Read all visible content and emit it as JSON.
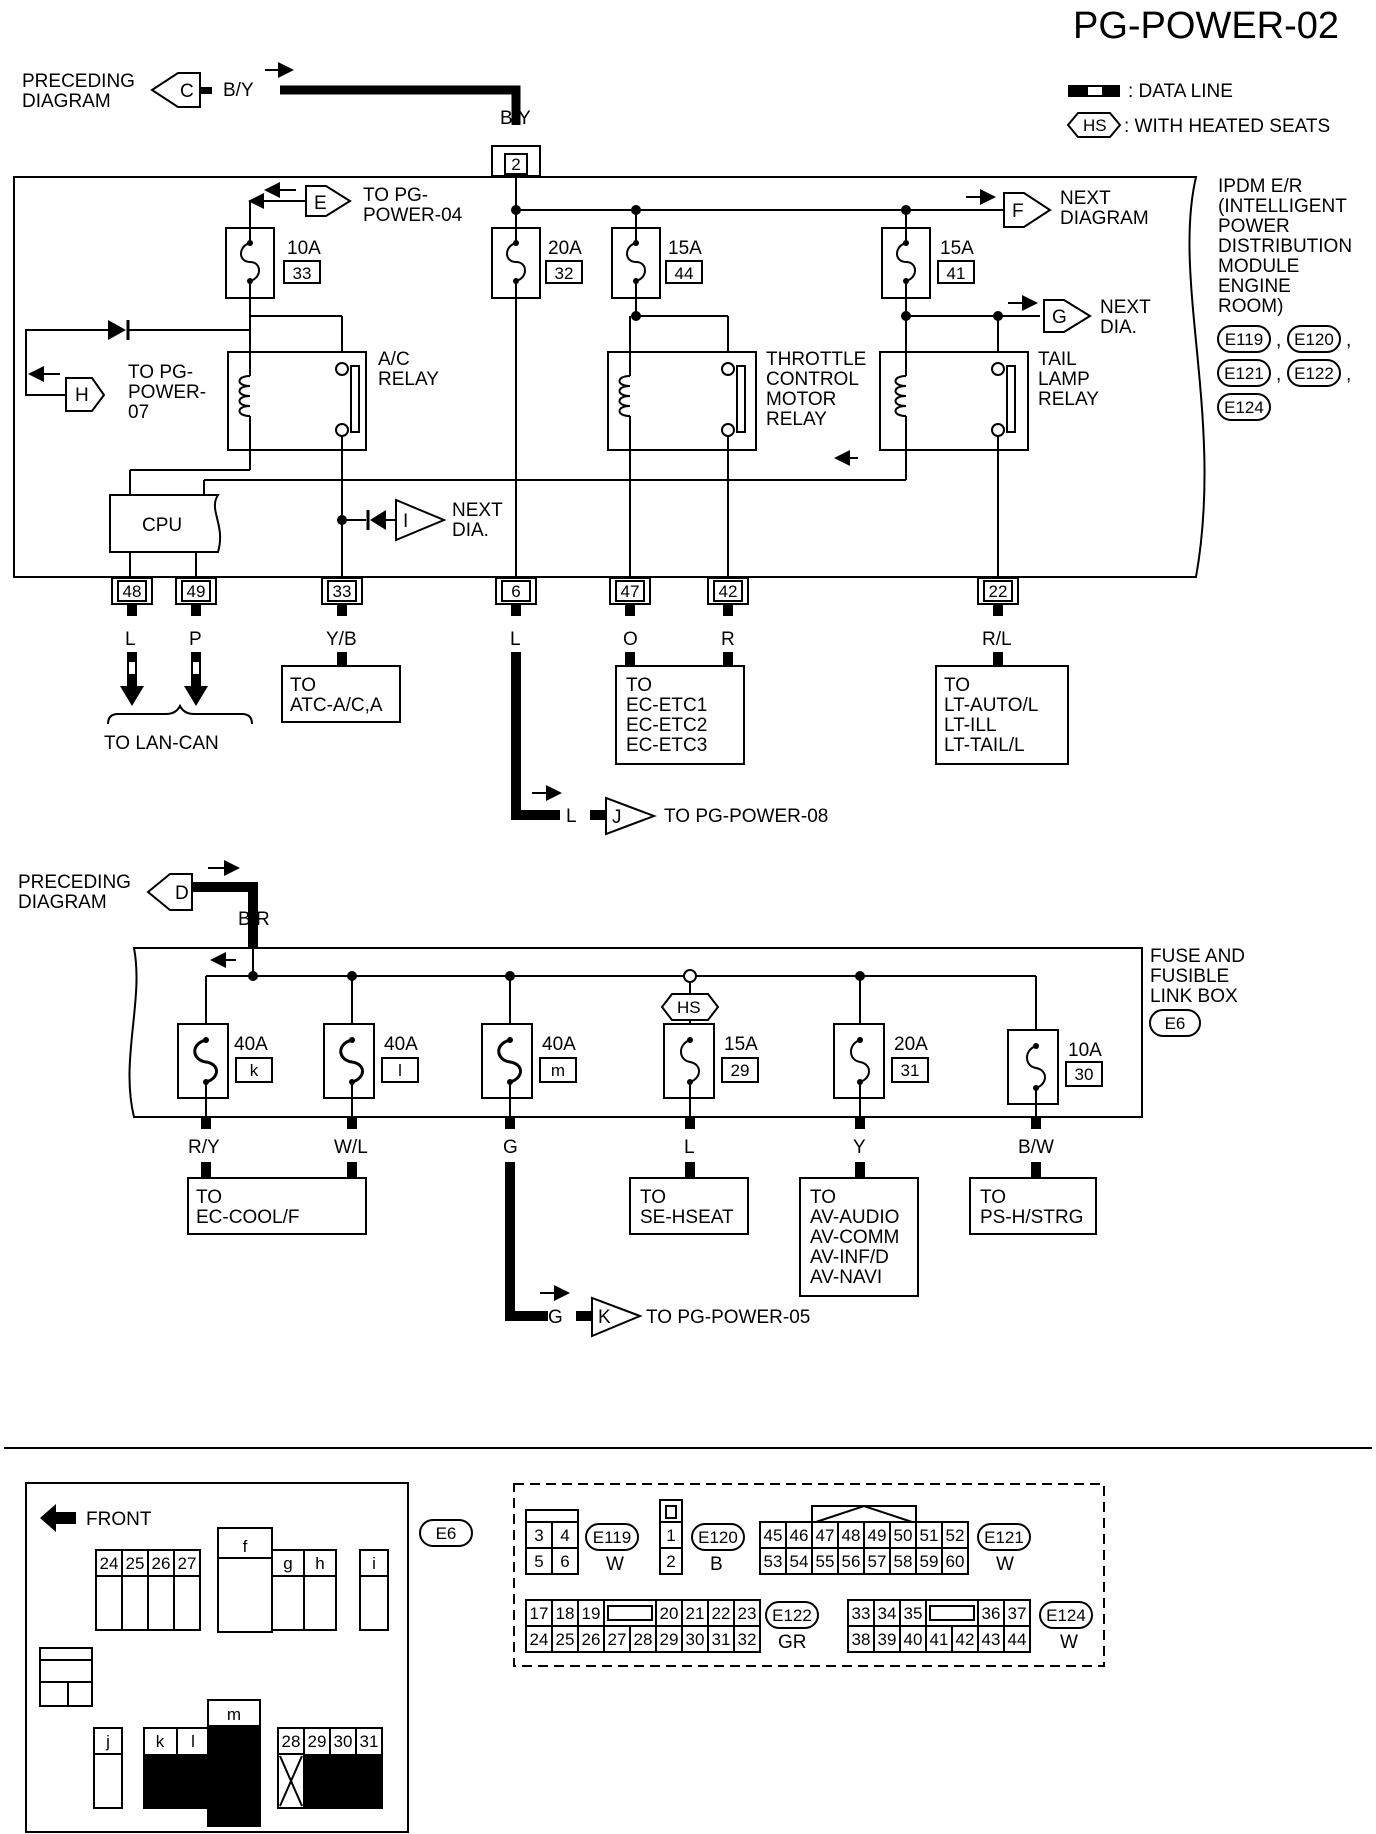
{
  "page_id": "PG-POWER-02",
  "legend": {
    "data_line": ": DATA LINE",
    "hs_symbol": "HS",
    "hs_text": ": WITH HEATED SEATS"
  },
  "top": {
    "preceding": [
      "PRECEDING",
      "DIAGRAM"
    ],
    "conn_c": "C",
    "wire_by": "B/Y",
    "wire_by2": "B/Y",
    "term_2": "2",
    "ipdm": [
      "IPDM E/R",
      "(INTELLIGENT",
      "POWER",
      "DISTRIBUTION",
      "MODULE",
      "ENGINE",
      "ROOM)"
    ],
    "ipdm_conns": [
      "E119",
      "E120",
      "E121",
      "E122",
      "E124"
    ],
    "to_pg04": [
      "TO PG-",
      "POWER-04"
    ],
    "conn_e": "E",
    "next_diag": [
      "NEXT",
      "DIAGRAM"
    ],
    "conn_f": "F",
    "next_dia_g": [
      "NEXT",
      "DIA."
    ],
    "conn_g": "G",
    "to_pg07": [
      "TO PG-",
      "POWER-",
      "07"
    ],
    "conn_h": "H",
    "next_dia_i": [
      "NEXT",
      "DIA."
    ],
    "conn_i": "I",
    "fuses": [
      {
        "amp": "10A",
        "num": "33"
      },
      {
        "amp": "20A",
        "num": "32"
      },
      {
        "amp": "15A",
        "num": "44"
      },
      {
        "amp": "15A",
        "num": "41"
      }
    ],
    "ac_relay": [
      "A/C",
      "RELAY"
    ],
    "throttle_relay": [
      "THROTTLE",
      "CONTROL",
      "MOTOR",
      "RELAY"
    ],
    "tail_relay": [
      "TAIL",
      "LAMP",
      "RELAY"
    ],
    "cpu": "CPU",
    "terminals": [
      {
        "num": "48",
        "wire": "L"
      },
      {
        "num": "49",
        "wire": "P"
      },
      {
        "num": "33",
        "wire": "Y/B"
      },
      {
        "num": "6",
        "wire": "L"
      },
      {
        "num": "47",
        "wire": "O"
      },
      {
        "num": "42",
        "wire": "R"
      },
      {
        "num": "22",
        "wire": "R/L"
      }
    ],
    "to_lan_can": "TO LAN-CAN",
    "to_atc": [
      "TO",
      "ATC-A/C,A"
    ],
    "to_ec": [
      "TO",
      "EC-ETC1",
      "EC-ETC2",
      "EC-ETC3"
    ],
    "to_lt": [
      "TO",
      "LT-AUTO/L",
      "LT-ILL",
      "LT-TAIL/L"
    ],
    "wire_l_out": "L",
    "conn_j": "J",
    "to_pg08": "TO PG-POWER-08"
  },
  "bottom": {
    "preceding": [
      "PRECEDING",
      "DIAGRAM"
    ],
    "conn_d": "D",
    "wire_br": "B/R",
    "fuse_box": [
      "FUSE AND",
      "FUSIBLE",
      "LINK BOX"
    ],
    "fuse_box_conn": "E6",
    "hs_tag": "HS",
    "fuses": [
      {
        "amp": "40A",
        "num": "k",
        "wire": "R/Y"
      },
      {
        "amp": "40A",
        "num": "l",
        "wire": "W/L"
      },
      {
        "amp": "40A",
        "num": "m",
        "wire": "G"
      },
      {
        "amp": "15A",
        "num": "29",
        "wire": "L"
      },
      {
        "amp": "20A",
        "num": "31",
        "wire": "Y"
      },
      {
        "amp": "10A",
        "num": "30",
        "wire": "B/W"
      }
    ],
    "to_ec_cool": [
      "TO",
      "EC-COOL/F"
    ],
    "to_se": [
      "TO",
      "SE-HSEAT"
    ],
    "to_av": [
      "TO",
      "AV-AUDIO",
      "AV-COMM",
      "AV-INF/D",
      "AV-NAVI"
    ],
    "to_ps": [
      "TO",
      "PS-H/STRG"
    ],
    "wire_g_out": "G",
    "conn_k": "K",
    "to_pg05": "TO PG-POWER-05"
  },
  "layout_panel": {
    "front": "FRONT",
    "e6_label": "E6",
    "f": "f",
    "g": "g",
    "h": "h",
    "i": "i",
    "j": "j",
    "k": "k",
    "l": "l",
    "m": "m",
    "top_cells": [
      "24",
      "25",
      "26",
      "27"
    ],
    "bot_cells": [
      "28",
      "29",
      "30",
      "31"
    ]
  },
  "connectors": {
    "e119": {
      "id": "E119",
      "color": "W",
      "cells": [
        "3",
        "4",
        "5",
        "6"
      ]
    },
    "e120": {
      "id": "E120",
      "color": "B",
      "cells": [
        "1",
        "2"
      ]
    },
    "e121": {
      "id": "E121",
      "color": "W",
      "row1": [
        "45",
        "46",
        "47",
        "48",
        "49",
        "50",
        "51",
        "52"
      ],
      "row2": [
        "53",
        "54",
        "55",
        "56",
        "57",
        "58",
        "59",
        "60"
      ]
    },
    "e122": {
      "id": "E122",
      "color": "GR",
      "row1a": [
        "17",
        "18",
        "19"
      ],
      "row1b": [
        "20",
        "21",
        "22",
        "23"
      ],
      "row2": [
        "24",
        "25",
        "26",
        "27",
        "28",
        "29",
        "30",
        "31",
        "32"
      ]
    },
    "e124": {
      "id": "E124",
      "color": "W",
      "row1a": [
        "33",
        "34",
        "35"
      ],
      "row1b": [
        "36",
        "37"
      ],
      "row2": [
        "38",
        "39",
        "40",
        "41",
        "42",
        "43",
        "44"
      ]
    }
  }
}
